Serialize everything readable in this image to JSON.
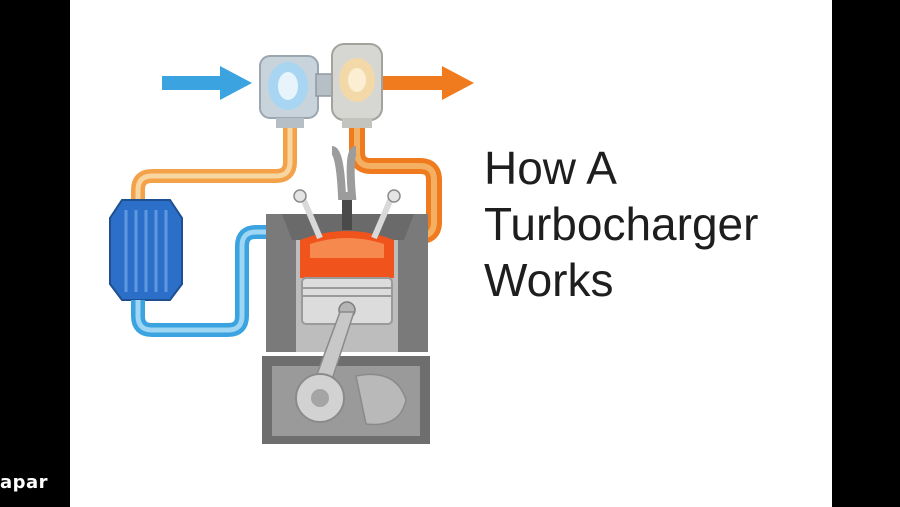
{
  "title": {
    "line1": "How A",
    "line2": "Turbocharger",
    "line3": "Works"
  },
  "watermark": "apar",
  "colors": {
    "cold_air": "#3aa3e0",
    "hot_exhaust": "#f07a1e",
    "intake_pipe": "#6ec3ee",
    "exhaust_pipe": "#f3a24a",
    "intercooler": "#2b6fc8",
    "engine_block": "#8a8a8a",
    "combustion": "#f0531c",
    "background": "#ffffff",
    "letterbox": "#000000"
  },
  "icons": [
    "intake-arrow-icon",
    "exhaust-arrow-icon",
    "turbocharger-icon",
    "intercooler-icon",
    "engine-cylinder-icon",
    "piston-icon",
    "crankshaft-icon"
  ]
}
